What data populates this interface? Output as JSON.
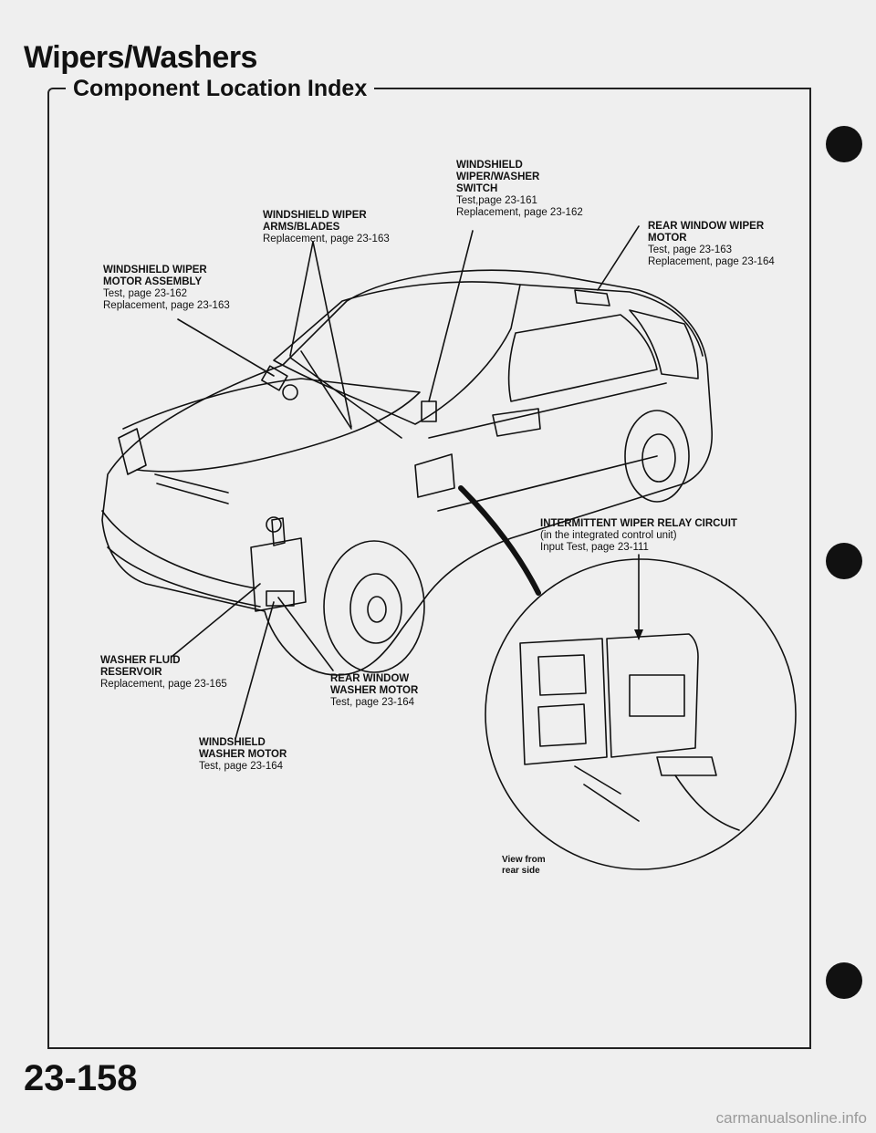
{
  "header": {
    "title": "Wipers/Washers",
    "subtitle": "Component Location Index"
  },
  "callouts": {
    "wiper_switch": {
      "name": [
        "WINDSHIELD",
        "WIPER/WASHER",
        "SWITCH"
      ],
      "refs": [
        "Test,page 23-161",
        "Replacement, page 23-162"
      ]
    },
    "wiper_arms": {
      "name": [
        "WINDSHIELD WIPER",
        "ARMS/BLADES"
      ],
      "refs": [
        "Replacement, page 23-163"
      ]
    },
    "rear_wiper_motor": {
      "name": [
        "REAR WINDOW WIPER",
        "MOTOR"
      ],
      "refs": [
        "Test, page 23-163",
        "Replacement, page 23-164"
      ]
    },
    "wiper_motor": {
      "name": [
        "WINDSHIELD WIPER",
        "MOTOR ASSEMBLY"
      ],
      "refs": [
        "Test, page 23-162",
        "Replacement, page 23-163"
      ]
    },
    "relay_circuit": {
      "name": [
        "INTERMITTENT WIPER RELAY CIRCUIT"
      ],
      "refs": [
        "(in the integrated control unit)",
        "Input Test, page 23-111"
      ]
    },
    "reservoir": {
      "name": [
        "WASHER FLUID",
        "RESERVOIR"
      ],
      "refs": [
        "Replacement, page 23-165"
      ]
    },
    "rear_washer_motor": {
      "name": [
        "REAR WINDOW",
        "WASHER MOTOR"
      ],
      "refs": [
        "Test, page 23-164"
      ]
    },
    "windshield_washer_motor": {
      "name": [
        "WINDSHIELD",
        "WASHER MOTOR"
      ],
      "refs": [
        "Test, page 23-164"
      ]
    },
    "view": {
      "name": [
        "View from",
        "rear side"
      ],
      "refs": []
    }
  },
  "footer": {
    "page_number": "23-158",
    "watermark": "carmanualsonline.info"
  },
  "colors": {
    "page_bg": "#efefef",
    "ink": "#111111"
  }
}
